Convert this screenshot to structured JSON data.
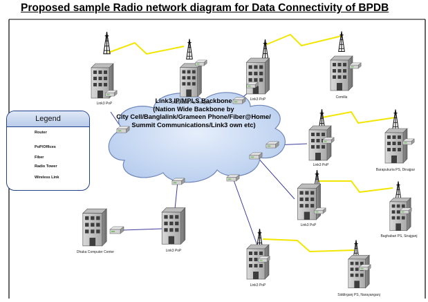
{
  "title": "Proposed sample Radio network diagram for Data Connectivity of BPDB",
  "cloud": {
    "lines": [
      "Link3 IP/MPLS Backbone",
      "(Nation Wide Backbone by",
      "City Cell/Banglalink/Grameen Phone/Fiber@Home/",
      "Summit Communications/Link3 own etc)"
    ]
  },
  "legend": {
    "title": "Legend",
    "items": [
      {
        "icon": "router-icon",
        "label": "Router"
      },
      {
        "icon": "building-icon",
        "label": "PoP/Offices"
      },
      {
        "icon": "fiber-line-icon",
        "label": "Fiber"
      },
      {
        "icon": "radio-tower-icon",
        "label": "Radio Tower"
      },
      {
        "icon": "wireless-link-icon",
        "label": "Wireless Link"
      }
    ]
  },
  "nodes": {
    "pop_top_left": "Link3 PoP",
    "shahjibazar": "Shahjibazar PS, Hobiganj",
    "pop_top_center": "Link3 PoP",
    "comilla": "Comilla",
    "pop_right_1": "Link3 PoP",
    "barapukuria": "Barapukuria PS, Dinajpur",
    "pop_right_2": "Link3 PoP",
    "baghabari": "Baghabari PS, Sirajganj",
    "pop_bottom": "Link3 PoP",
    "siddirganj": "Siddirganj PS, Narayanganj",
    "pop_bottom_left": "Link3 PoP",
    "dhaka": "Dhaka Computer Center"
  },
  "colors": {
    "fiber": "#3b3b9c",
    "wireless": "#f2e600",
    "cloud_fill": "#c8d9f2",
    "cloud_stroke": "#6f86b8",
    "building": "#c9c9c9",
    "router": "#7fbf6e"
  }
}
